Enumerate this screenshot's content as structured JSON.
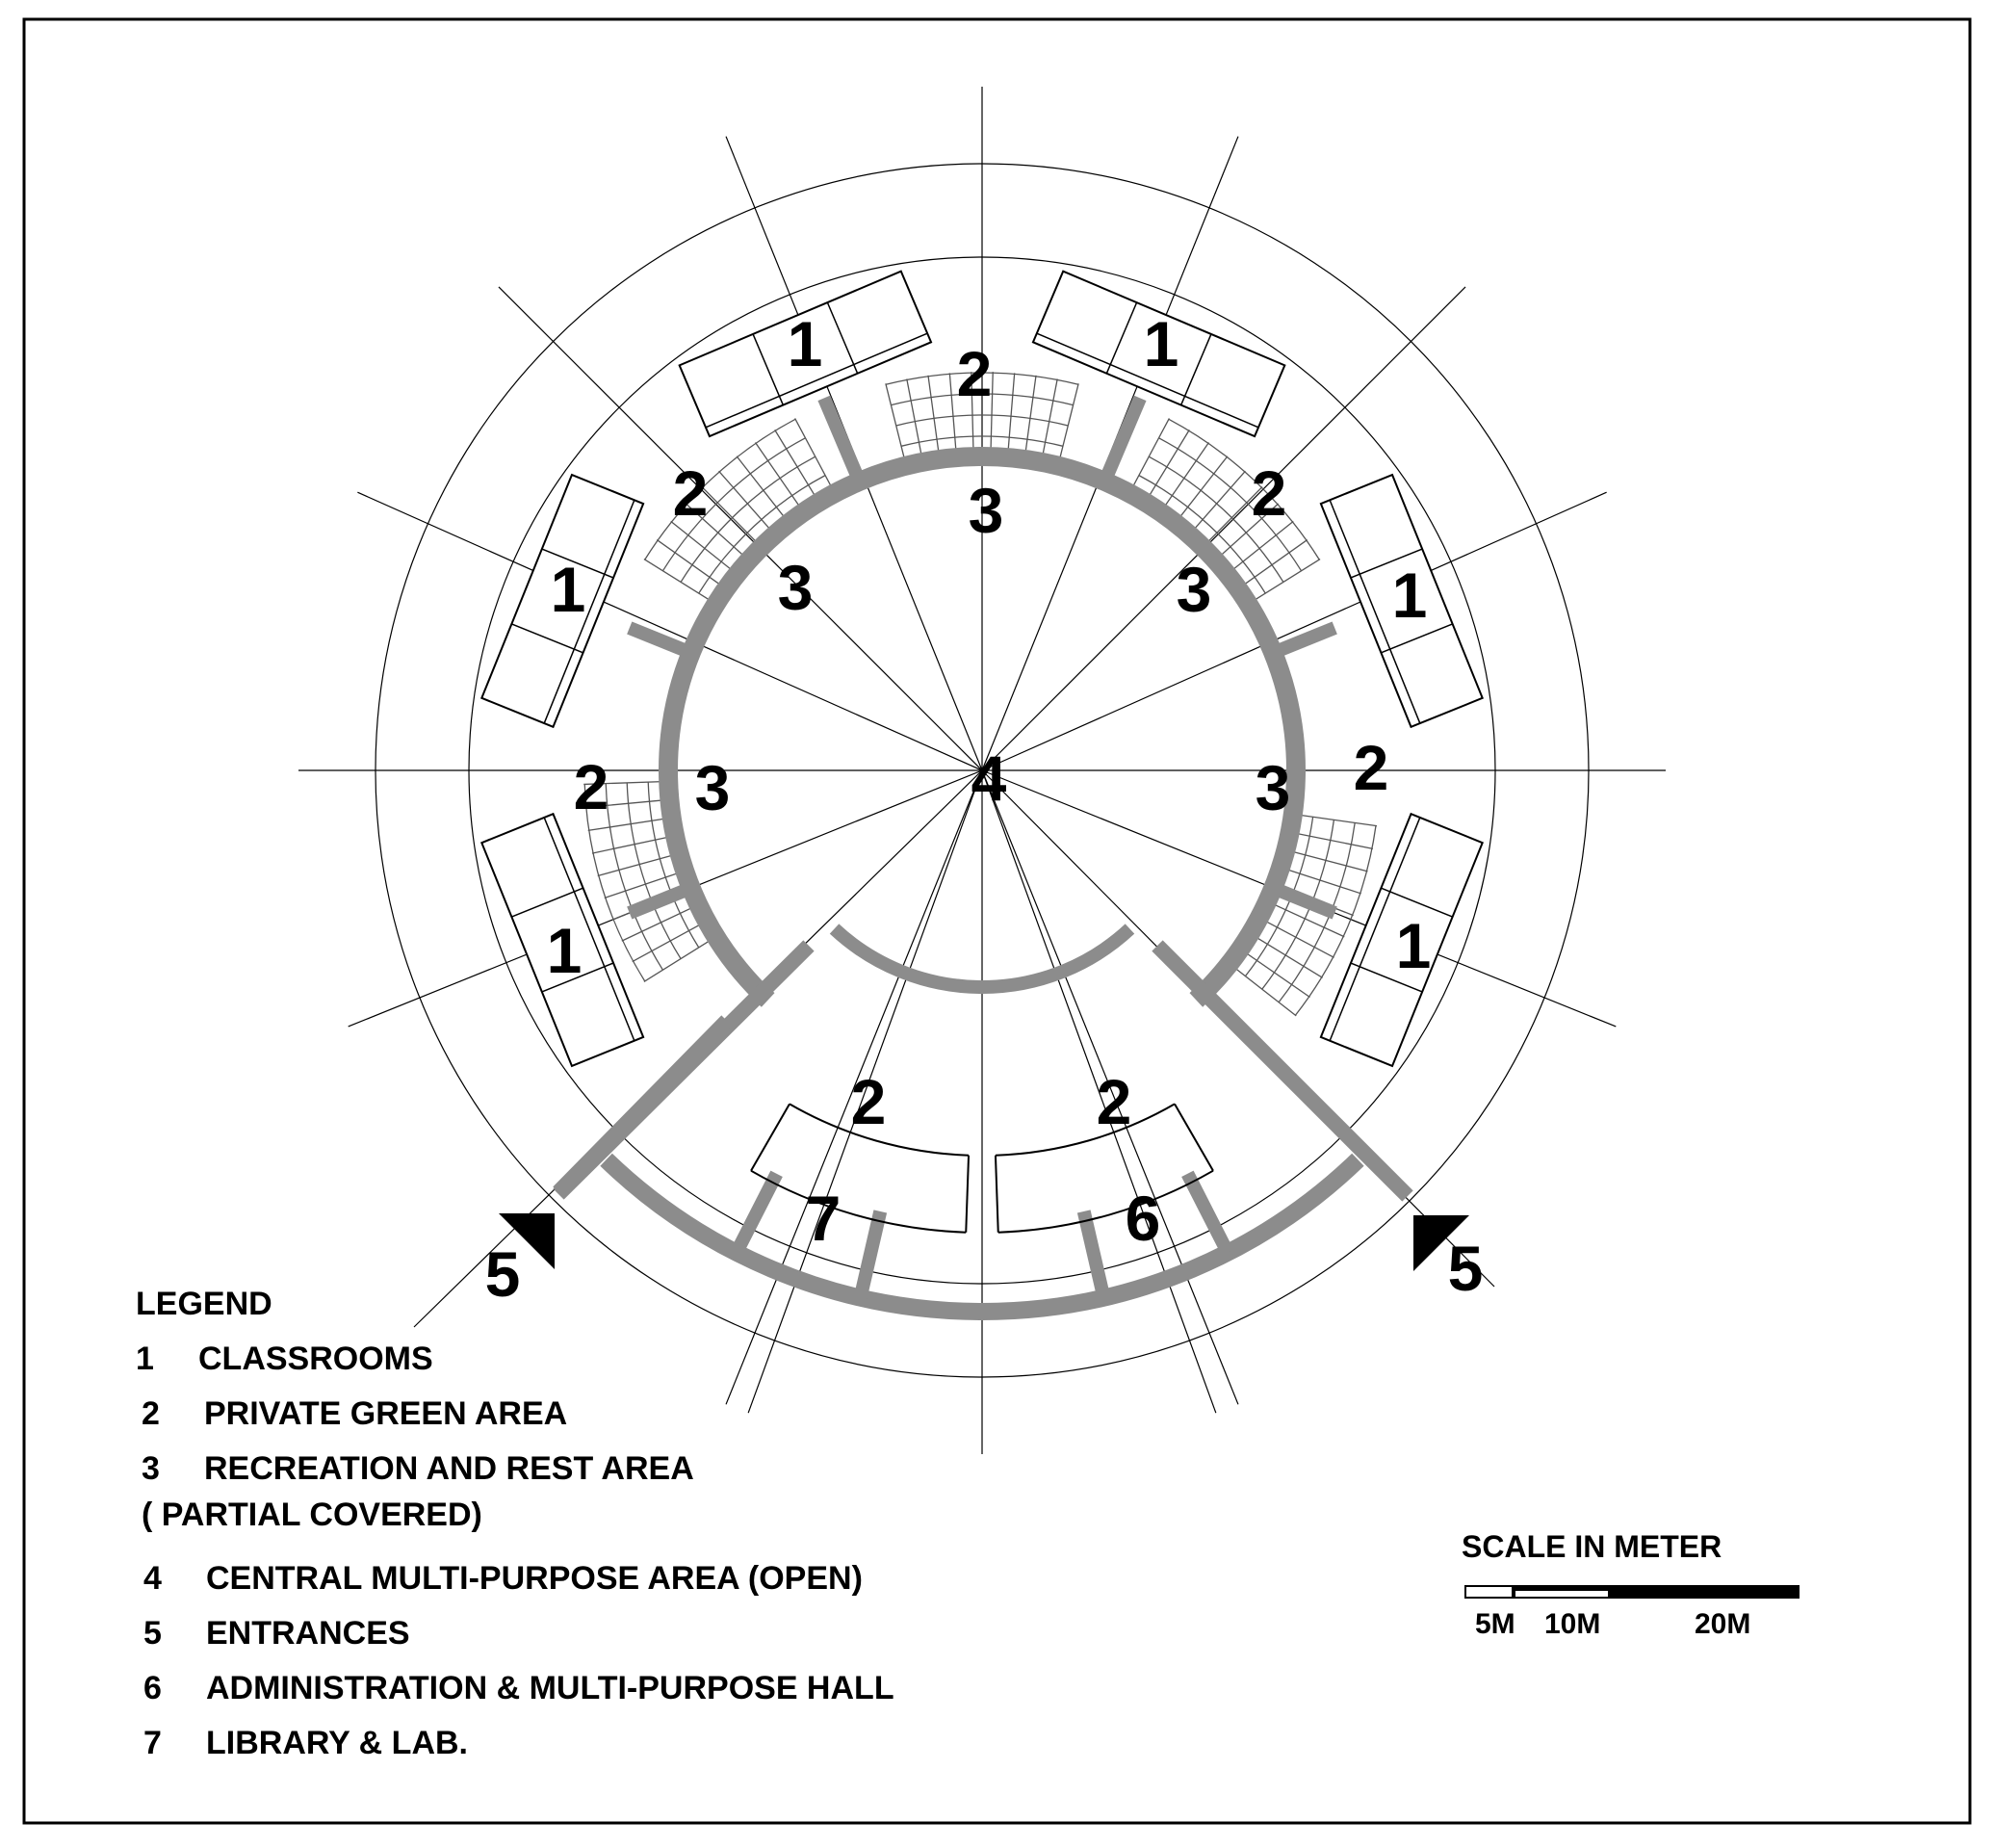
{
  "zone_labels": {
    "classroom": "1",
    "green": "2",
    "recreation": "3",
    "central": "4",
    "entrance": "5",
    "admin": "6",
    "library": "7"
  },
  "legend": {
    "title": "LEGEND",
    "items": [
      {
        "number": "1",
        "label": "CLASSROOMS"
      },
      {
        "number": "2",
        "label": "PRIVATE GREEN AREA"
      },
      {
        "number": "3",
        "label": "RECREATION AND REST AREA"
      },
      {
        "number": "",
        "label": "( PARTIAL COVERED)"
      },
      {
        "number": "4",
        "label": "CENTRAL MULTI-PURPOSE AREA (OPEN)"
      },
      {
        "number": "5",
        "label": "ENTRANCES"
      },
      {
        "number": "6",
        "label": "ADMINISTRATION & MULTI-PURPOSE HALL"
      },
      {
        "number": "7",
        "label": "LIBRARY & LAB."
      }
    ]
  },
  "scale": {
    "title": "SCALE IN METER",
    "ticks": [
      "5M",
      "10M",
      "20M"
    ]
  },
  "colors": {
    "wall": "#8c8c8c",
    "line": "#000000",
    "grid": "#666666",
    "background": "#ffffff"
  }
}
